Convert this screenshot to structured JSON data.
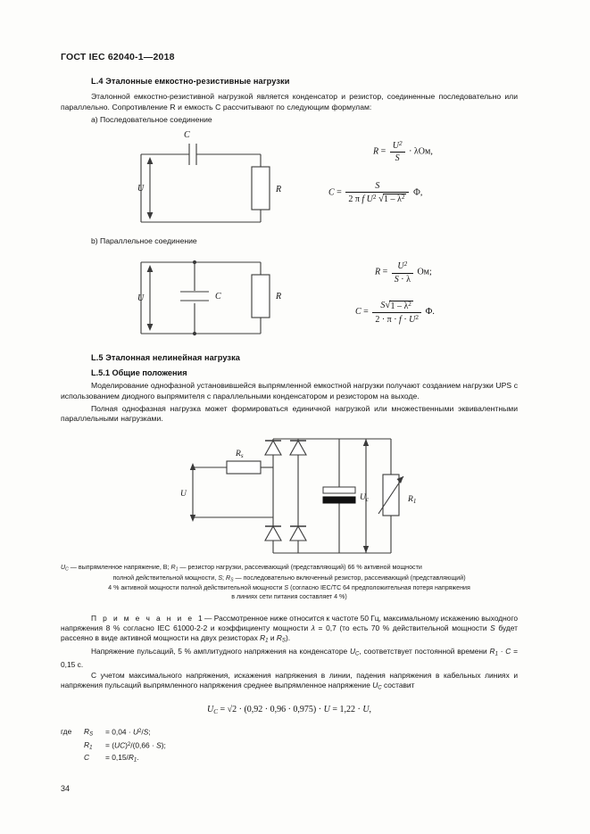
{
  "document": {
    "header": "ГОСТ IEC 62040-1—2018",
    "page_number": "34"
  },
  "sections": {
    "l4": {
      "heading": "L.4 Эталонные емкостно-резистивные нагрузки",
      "para1": "Эталонной емкостно-резистивной нагрузкой является конденсатор и резистор, соединенные последовательно или параллельно. Сопротивление R и емкость C рассчитывают по следующим формулам:",
      "item_a": "a) Последовательное соединение",
      "item_b": "b) Параллельное соединение"
    },
    "l5": {
      "heading": "L.5 Эталонная нелинейная нагрузка",
      "subheading": "L.5.1 Общие положения",
      "para1": "Моделирование однофазной установившейся выпрямленной емкостной нагрузки получают созданием нагрузки UPS с использованием диодного выпрямителя с параллельными конденсатором и резистором на выходе.",
      "para2": "Полная однофазная нагрузка может формироваться единичной нагрузкой или множественными эквивалентными параллельными нагрузками."
    }
  },
  "figure_caption": {
    "line1": "UC — выпрямленное напряжение, В; R1 — резистор нагрузки, рассеивающий (представляющий) 66 % активной мощности",
    "line2": "полной действительной мощности, S; RS — последовательно включенный резистор, рассеивающий (представляющий)",
    "line3": "4 % активной мощности полной действительной мощности S (согласно IEC/TC 64 предположительная потеря напряжения",
    "line4": "в линиях сети питания составляет 4 %)"
  },
  "note": {
    "label": "П р и м е ч а н и е",
    "number": "1",
    "text1": "— Рассмотренное ниже относится к частоте 50 Гц, максимальному искажению выходного напряжения 8 % согласно IEC 61000-2-2 и коэффициенту мощности λ = 0,7 (то есть 70 % действительной мощности S будет рассеяно в виде активной мощности на двух резисторах R1 и RS).",
    "text2": "Напряжение пульсаций, 5 % амплитудного напряжения на конденсаторе UC, соответствует постоянной времени R1 · C = 0,15 с.",
    "text3": "С учетом максимального напряжения, искажения напряжения в линии, падения напряжения в кабельных линиях и напряжения пульсаций выпрямленного напряжения среднее выпрямленное напряжение UC составит"
  },
  "formulas": {
    "series_R": "R = U² / S · λ, Ом,",
    "series_C": "C = S / (2 · π · f · U² · √(1 − λ²)), Ф,",
    "parallel_R": "R = U² / (S · λ), Ом;",
    "parallel_C": "C = S√(1 − λ²) / (2 · π · f · U²), Ф.",
    "uc": "UC = √2 · (0,92 · 0,96 · 0,975) · U = 1,22 · U,",
    "parts": {
      "R": "R",
      "C": "C",
      "U": "U",
      "S": "S",
      "lambda": "λ",
      "f": "f",
      "pi": "π",
      "ohm_unit": "Ом,",
      "ohm_unit_semi": "Ом;",
      "farad_unit": "Ф,",
      "farad_unit_period": "Ф.",
      "two": "2",
      "dot": "·",
      "eq": "=",
      "one_minus": "1 –",
      "uc_label": "UC",
      "uc_rhs": "= √2 · (0,92 · 0,96 · 0,975) · U = 1,22 · U,"
    }
  },
  "where_block": {
    "label": "где",
    "line1_name": "RS",
    "line1_val": "= 0,04 · U²/S;",
    "line2_name": "R1",
    "line2_val": "= (UC)²/(0,66 · S);",
    "line3_name": "C",
    "line3_val": "= 0,15/R1."
  },
  "diagrams": {
    "series": {
      "label_C": "C",
      "label_R": "R",
      "label_U": "U"
    },
    "parallel": {
      "label_C": "C",
      "label_R": "R",
      "label_U": "U"
    },
    "rectifier": {
      "label_Rs": "Rs",
      "label_U": "U",
      "label_Uc": "Uc",
      "label_R1": "R1"
    }
  },
  "colors": {
    "page_bg": "#fdfdfb",
    "ink": "#141414",
    "line": "#3a3a3a"
  }
}
